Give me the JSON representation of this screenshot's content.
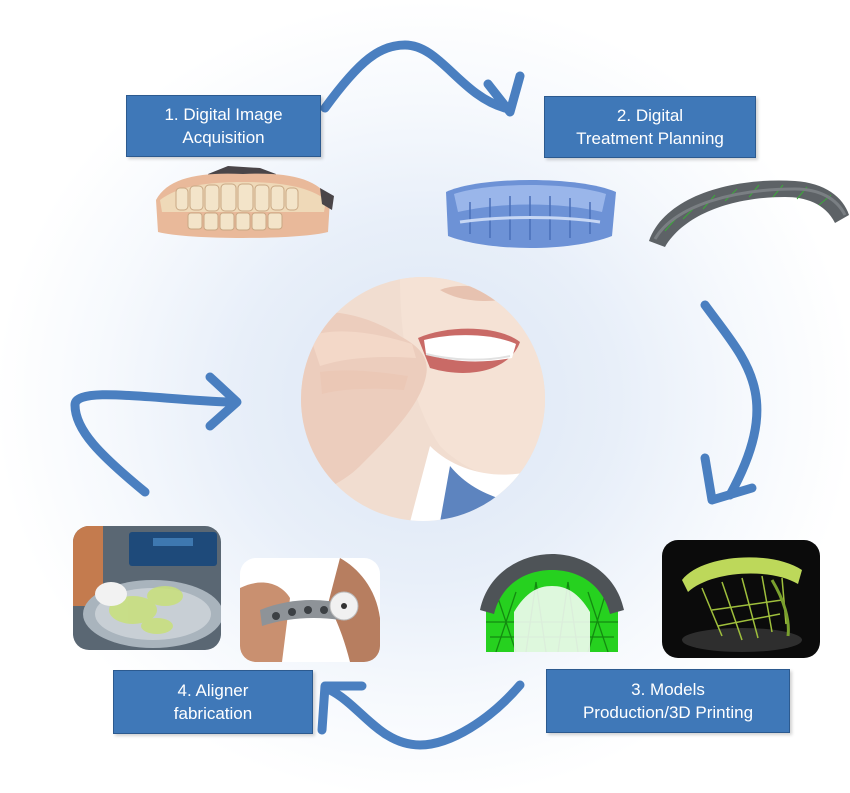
{
  "steps": [
    {
      "line1": "1. Digital Image",
      "line2": "Acquisition"
    },
    {
      "line1": "2. Digital",
      "line2": "Treatment Planning"
    },
    {
      "line1": "3. Models",
      "line2": "Production/3D Printing"
    },
    {
      "line1": "4. Aligner",
      "line2": "fabrication"
    }
  ],
  "colors": {
    "box": "#3f78b8",
    "arrow": "#4a7fc0",
    "green_print": "#2fd12a",
    "dark_model": "#555a5e"
  },
  "icons": [
    "cycle-arrow",
    "dental-scan",
    "aligner-model",
    "support-structure",
    "printer-photo",
    "fabrication-photo",
    "smile-photo"
  ]
}
